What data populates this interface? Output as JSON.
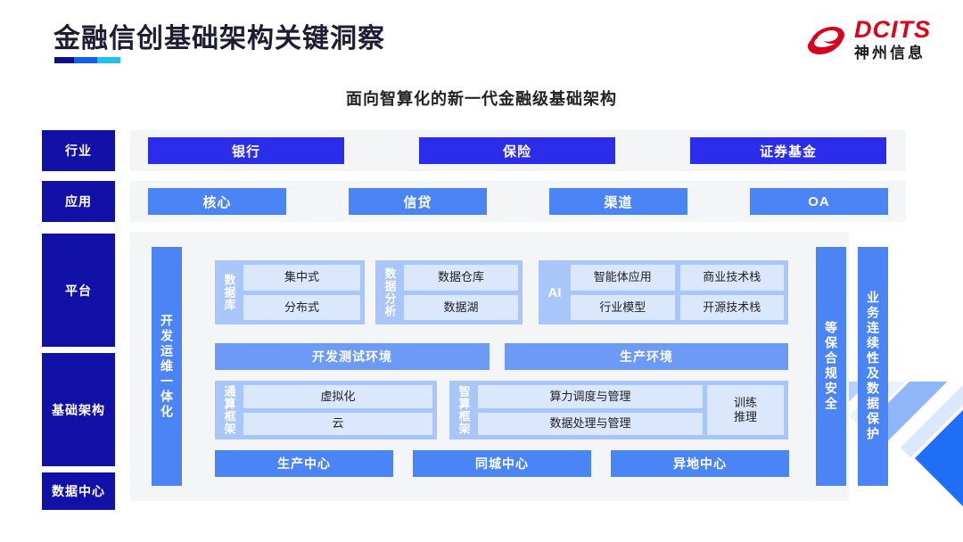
{
  "header": {
    "title": "金融信创基础架构关键洞察",
    "subtitle": "面向智算化的新一代金融级基础架构",
    "logo_en": "DCITS",
    "logo_cn": "神州信息"
  },
  "colors": {
    "navy": "#1111a8",
    "industry_blue": "#2c2ceb",
    "app_blue": "#4b84f5",
    "group_blue": "#a9c6fb",
    "cell_blue": "#dbe7fd",
    "panel_gray": "#f4f5f7",
    "logo_red": "#e1001a"
  },
  "layers": [
    {
      "label": "行业"
    },
    {
      "label": "应用"
    },
    {
      "label": "平台"
    },
    {
      "label": "基础架构"
    },
    {
      "label": "数据中心"
    }
  ],
  "industry": {
    "items": [
      "银行",
      "保险",
      "证券基金"
    ]
  },
  "application": {
    "items": [
      "核心",
      "信贷",
      "渠道",
      "OA"
    ]
  },
  "side_bars": {
    "left": "开发运维一体化",
    "right_inner": "等保合规安全",
    "right_outer": "业务连续性及数据保护"
  },
  "platform": {
    "groups": [
      {
        "label": "数据库",
        "items": [
          "集中式",
          "分布式"
        ]
      },
      {
        "label": "数据分析",
        "items": [
          "数据仓库",
          "数据湖"
        ]
      },
      {
        "label": "AI",
        "label_orientation": "horizontal",
        "columns": [
          [
            "智能体应用",
            "行业模型"
          ],
          [
            "商业技术栈",
            "开源技术栈"
          ]
        ]
      }
    ],
    "environments": [
      "开发测试环境",
      "生产环境"
    ]
  },
  "infrastructure": {
    "groups": [
      {
        "label": "通算框架",
        "items": [
          "虚拟化",
          "云"
        ]
      },
      {
        "label": "智算框架",
        "items": [
          "算力调度与管理",
          "数据处理与管理"
        ],
        "extra": "训练\n推理"
      }
    ]
  },
  "data_center": {
    "items": [
      "生产中心",
      "同城中心",
      "异地中心"
    ]
  }
}
